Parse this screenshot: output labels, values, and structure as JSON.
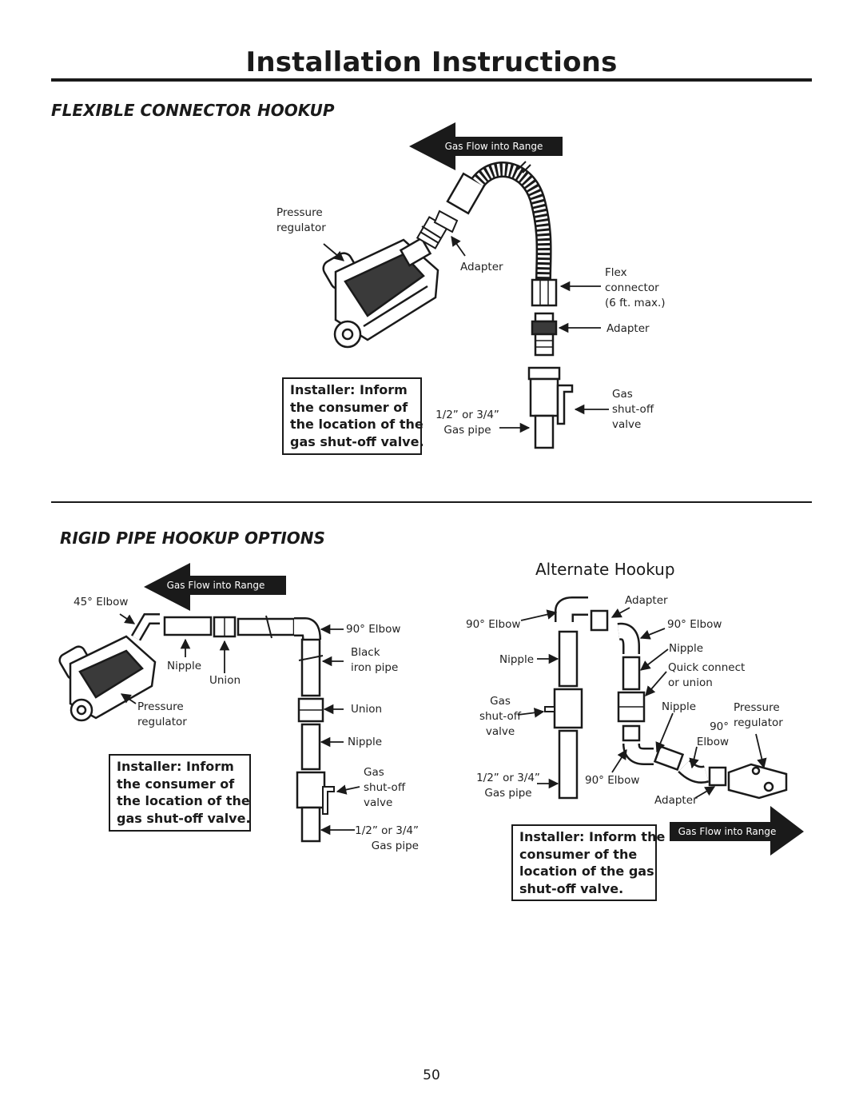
{
  "header": {
    "title": "Installation Instructions"
  },
  "flexible_section": {
    "heading": "FLEXIBLE CONNECTOR HOOKUP",
    "flow_label": "Gas Flow into Range",
    "labels": {
      "pressure_regulator": [
        "Pressure",
        "regulator"
      ],
      "adapter_top": "Adapter",
      "flex_connector": [
        "Flex",
        "connector",
        "(6 ft. max.)"
      ],
      "adapter_right": "Adapter",
      "gas_pipe": [
        "1/2” or 3/4”",
        "Gas pipe"
      ],
      "gas_shutoff": [
        "Gas",
        "shut-off",
        "valve"
      ]
    },
    "note": [
      "Installer: Inform",
      "the consumer of",
      "the location of the",
      "gas shut-off valve."
    ]
  },
  "rigid_section": {
    "heading": "RIGID PIPE HOOKUP OPTIONS",
    "flow_label": "Gas Flow into Range",
    "labels": {
      "elbow_45": "45° Elbow",
      "nipple": "Nipple",
      "union": "Union",
      "pressure_regulator": [
        "Pressure",
        "regulator"
      ],
      "elbow_90": "90° Elbow",
      "black_iron_pipe": [
        "Black",
        "iron pipe"
      ],
      "union_right": "Union",
      "nipple_right": "Nipple",
      "gas_shutoff": [
        "Gas",
        "shut-off",
        "valve"
      ],
      "gas_pipe": [
        "1/2” or 3/4”",
        "Gas pipe"
      ]
    },
    "note": [
      "Installer: Inform",
      "the consumer of",
      "the location of the",
      "gas shut-off valve."
    ]
  },
  "alternate_section": {
    "heading": "Alternate Hookup",
    "flow_label": "Gas Flow into Range",
    "labels": {
      "adapter_top": "Adapter",
      "elbow_90_left": "90° Elbow",
      "elbow_90_right": "90° Elbow",
      "nipple_left": "Nipple",
      "nipple_right": "Nipple",
      "quick_connect": [
        "Quick connect",
        "or union"
      ],
      "gas_shutoff": [
        "Gas",
        "shut-off",
        "valve"
      ],
      "nipple_lower": "Nipple",
      "pressure_regulator": [
        "Pressure",
        "regulator"
      ],
      "elbow_90_lower": [
        "90°",
        "Elbow"
      ],
      "gas_pipe": [
        "1/2” or 3/4”",
        "Gas pipe"
      ],
      "elbow_90_bottom": "90° Elbow",
      "adapter_bottom": "Adapter"
    },
    "note": [
      "Installer: Inform the",
      "consumer of the",
      "location of the gas",
      "shut-off valve."
    ]
  },
  "footer": {
    "page_number": "50"
  }
}
